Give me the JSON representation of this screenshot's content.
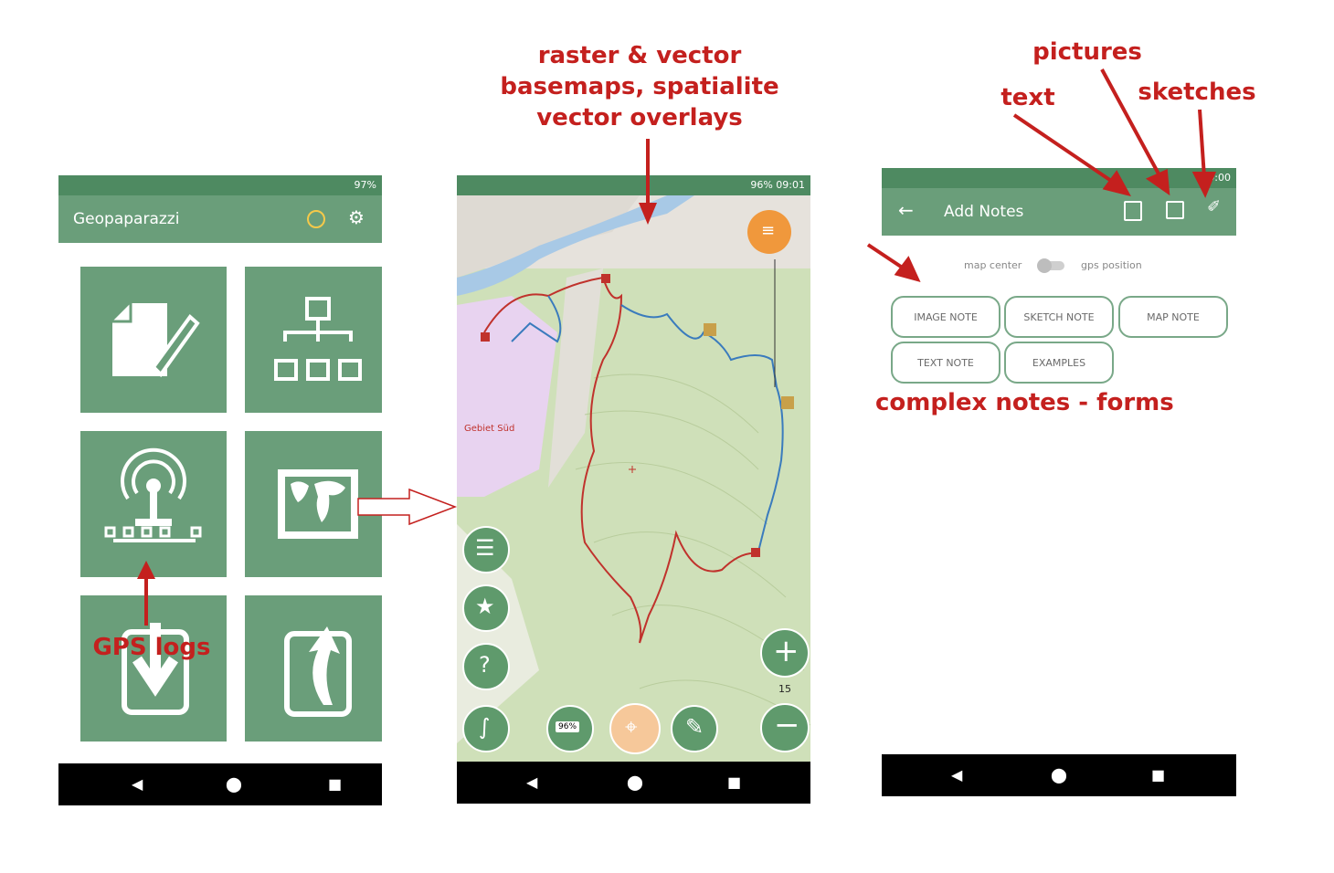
{
  "annotations": {
    "basemaps": [
      "raster & vector",
      "basemaps, spatialite",
      "vector overlays"
    ],
    "pictures": "pictures",
    "text": "text",
    "sketches": "sketches",
    "gps_logs": "GPS logs",
    "forms": "complex notes - forms"
  },
  "phone1": {
    "status": "97%",
    "title": "Geopaparazzi",
    "tiles": [
      "notes-icon",
      "project-tree-icon",
      "gps-logs-icon",
      "map-icon",
      "import-icon",
      "export-icon"
    ]
  },
  "phone2": {
    "status": "96% 09:01",
    "map_label": "Gebiet Süd",
    "zoom_level": "15",
    "battery_badge": "96%"
  },
  "phone3": {
    "status": "09:00",
    "title": "Add Notes",
    "toggle_left": "map center",
    "toggle_right": "gps position",
    "note_buttons_row1": [
      "IMAGE NOTE",
      "SKETCH NOTE",
      "MAP NOTE"
    ],
    "note_buttons_row2": [
      "TEXT NOTE",
      "EXAMPLES"
    ]
  },
  "colors": {
    "accent": "#6a9e7a",
    "annotation": "#c4201e",
    "fab_orange": "#f0983c"
  }
}
